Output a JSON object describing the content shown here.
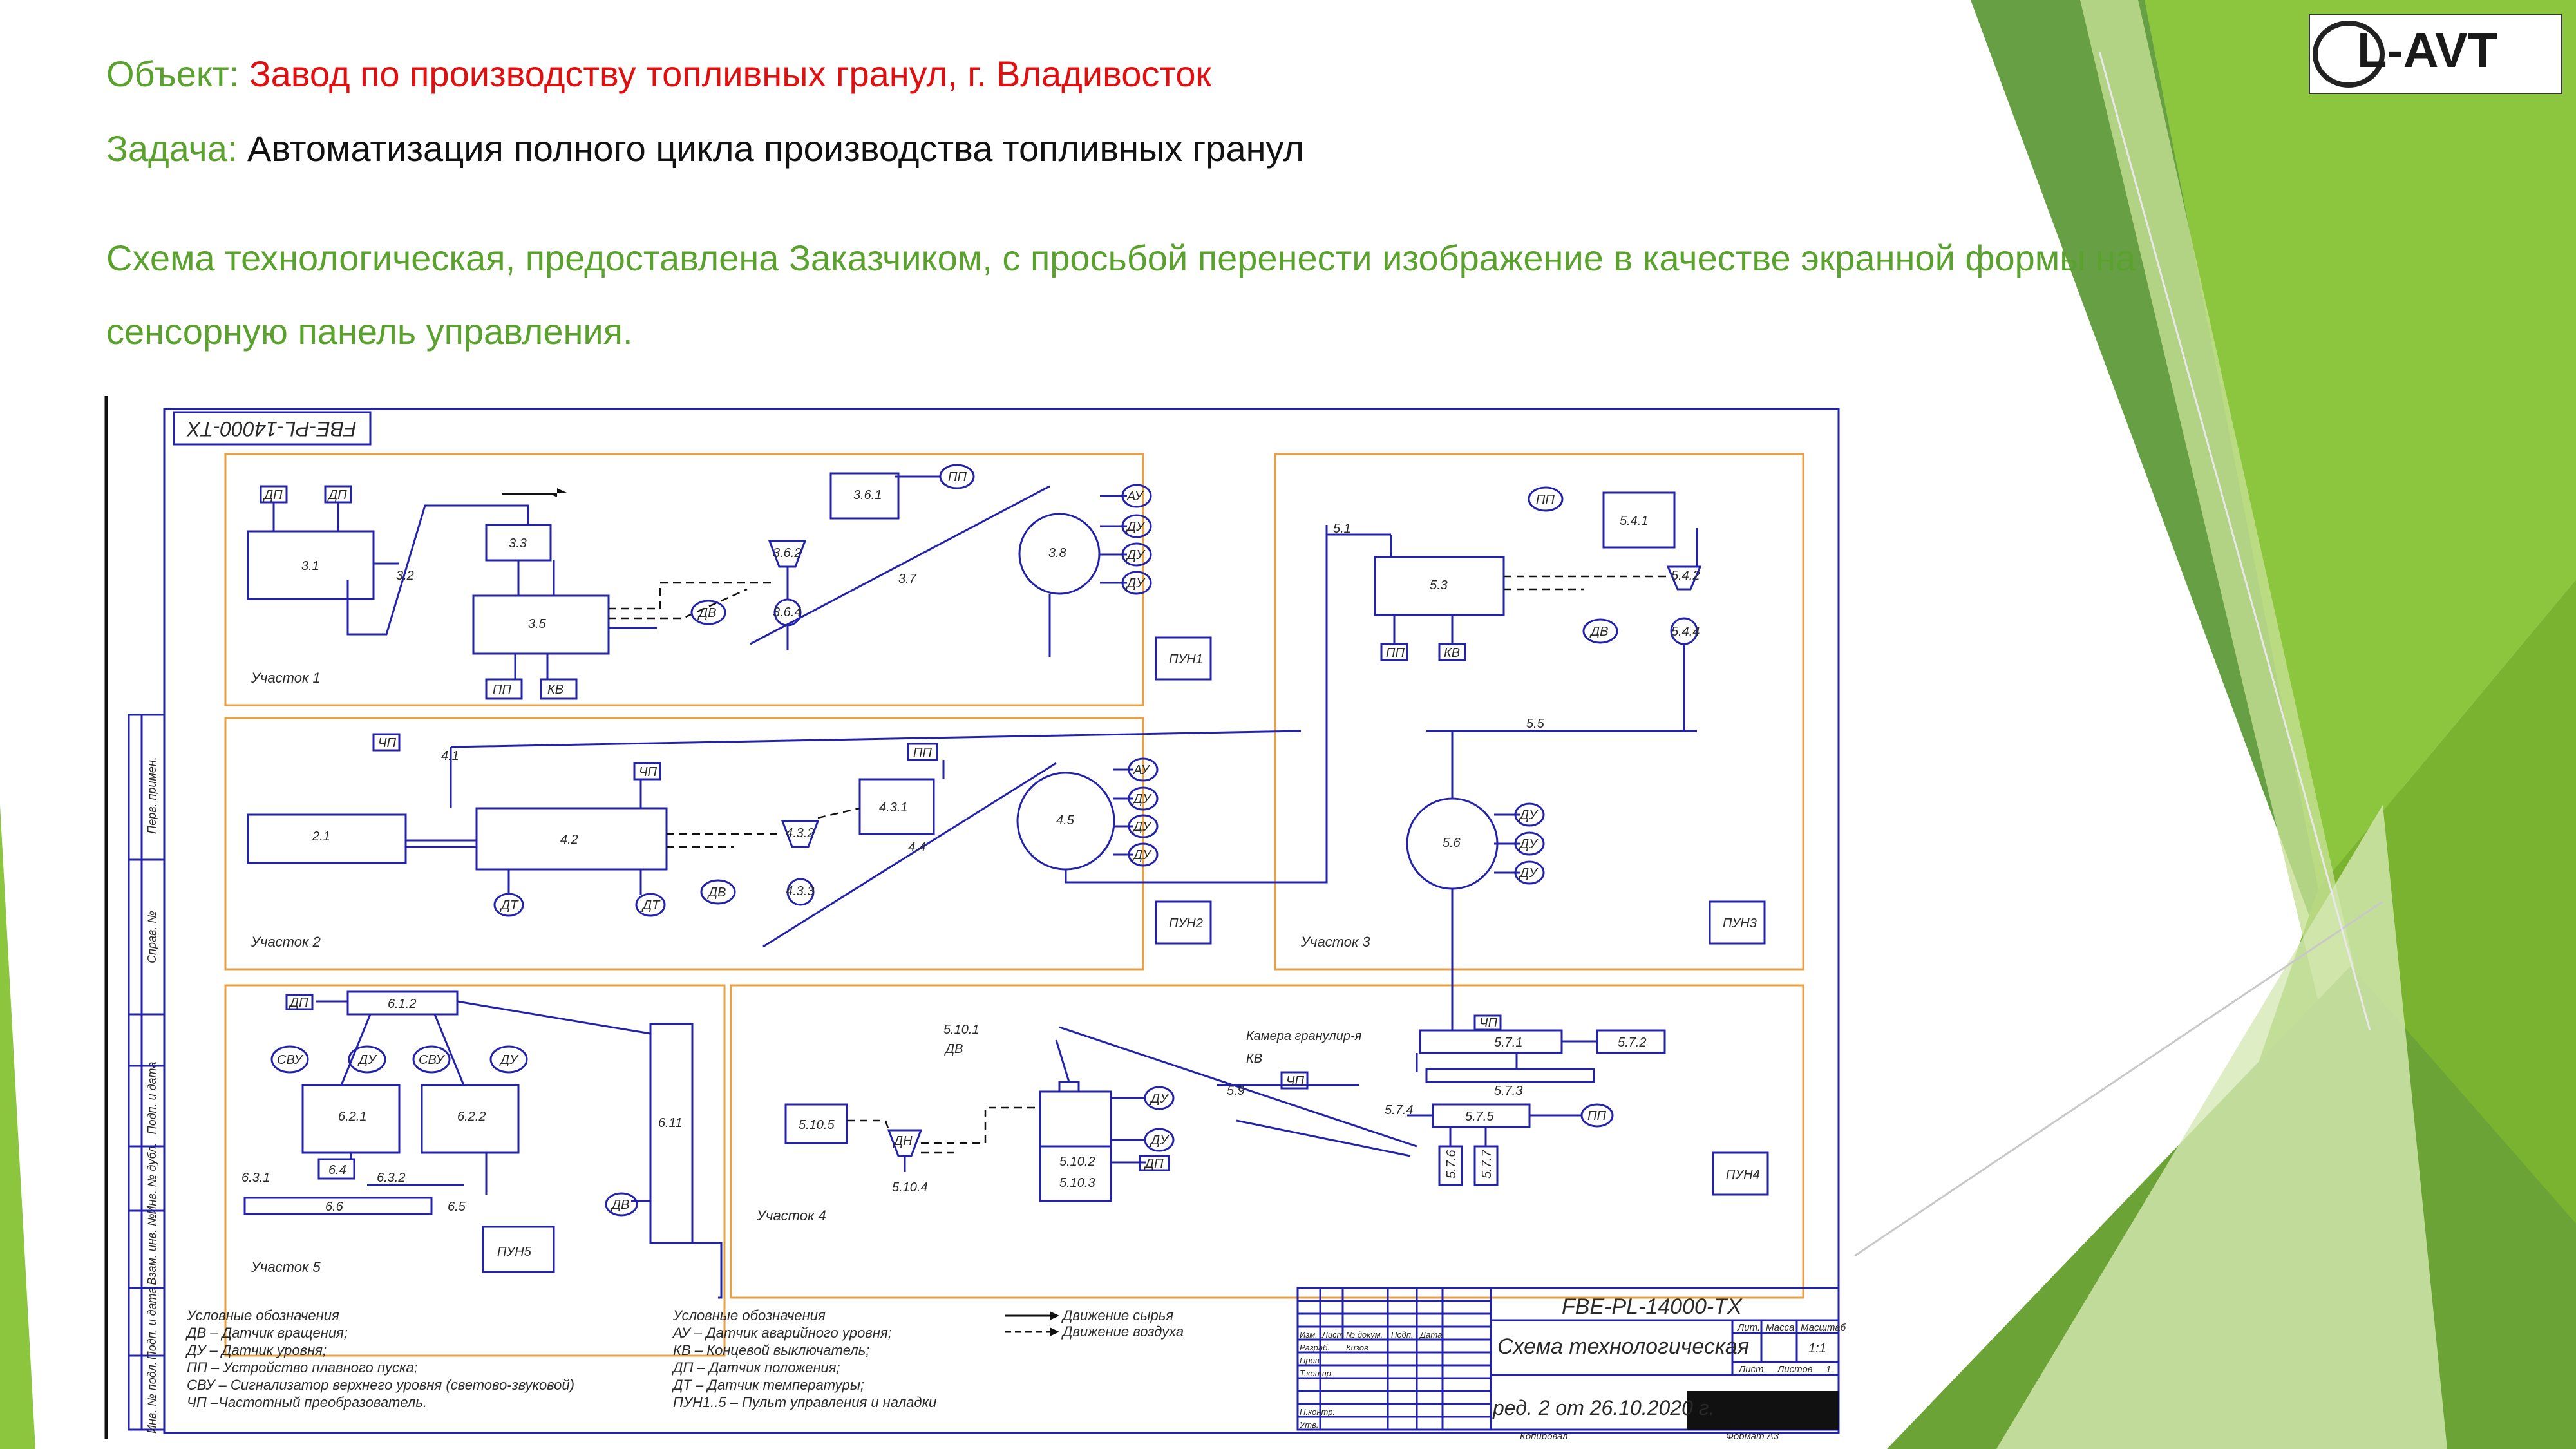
{
  "header": {
    "object_label": "Объект:",
    "object_value": "Завод по производству топливных гранул, г. Владивосток",
    "task_label": "Задача:",
    "task_value": "Автоматизация полного цикла производства топливных гранул",
    "description_line1": "Схема технологическая, предоставлена Заказчиком, с просьбой перенести изображение в качестве экранной формы на",
    "description_line2": "сенсорную панель управления."
  },
  "logo": {
    "text": "L-AVT"
  },
  "colors": {
    "accent_green": "#5aa22d",
    "red": "#e01010",
    "scheme_blue": "#2222aa",
    "section_orange": "#e8a040"
  },
  "scheme": {
    "stamp_top": "FBE-PL-14000-TX",
    "sections": [
      "Участок 1",
      "Участок 2",
      "Участок 3",
      "Участок 4",
      "Участок 5"
    ],
    "panels": [
      "ПУН1",
      "ПУН2",
      "ПУН3",
      "ПУН4",
      "ПУН5"
    ],
    "units": {
      "u31": "3.1",
      "u32": "3.2",
      "u33": "3.3",
      "u35": "3.5",
      "u361": "3.6.1",
      "u362": "3.6.2",
      "u364": "3.6.4",
      "u37": "3.7",
      "u38": "3.8",
      "u41": "4.1",
      "u21": "2.1",
      "u42": "4.2",
      "u431": "4.3.1",
      "u432": "4.3.2",
      "u433": "4.3.3",
      "u44": "4.4",
      "u45": "4.5",
      "u51": "5.1",
      "u53": "5.3",
      "u541": "5.4.1",
      "u542": "5.4.2",
      "u544": "5.4.4",
      "u55": "5.5",
      "u56": "5.6",
      "u612": "6.1.2",
      "u621": "6.2.1",
      "u622": "6.2.2",
      "u631": "6.3.1",
      "u632": "6.3.2",
      "u64": "6.4",
      "u65": "6.5",
      "u66": "6.6",
      "u611": "6.11",
      "u5101": "5.10.1",
      "u5105": "5.10.5",
      "u5104": "5.10.4",
      "u5102": "5.10.2",
      "u5103": "5.10.3",
      "u571": "5.7.1",
      "u572": "5.7.2",
      "u573": "5.7.3",
      "u574": "5.7.4",
      "u575": "5.7.5",
      "u576": "5.7.6",
      "u577": "5.7.7",
      "u59": "5.9"
    },
    "sensors": {
      "dp": "ДП",
      "pp": "ПП",
      "kv": "КВ",
      "dv": "ДВ",
      "au": "АУ",
      "du": "ДУ",
      "chp": "ЧП",
      "dt": "ДТ",
      "svu": "СВУ",
      "dn": "ДН"
    },
    "camera_label": "Камера гранулир-я",
    "side_labels": [
      "Перв. примен.",
      "Справ. №",
      "Подп. и дата",
      "Инв. № дубл.",
      "Взам. инв. №",
      "Подп. и дата",
      "Инв. № подл."
    ],
    "legend_left": [
      "Условные обозначения",
      "ДВ – Датчик вращения;",
      "ДУ – Датчик уровня;",
      "ПП – Устройство плавного пуска;",
      "СВУ – Сигнализатор верхнего уровня (светово-звуковой)",
      "ЧП –Частотный преобразователь."
    ],
    "legend_mid": [
      "Условные обозначения",
      "АУ – Датчик аварийного уровня;",
      "КВ – Концевой выключатель;",
      "ДП – Датчик положения;",
      "ДТ – Датчик температуры;",
      "ПУН1..5 – Пульт управления и наладки"
    ],
    "legend_arrows": [
      "Движение сырья",
      "Движение воздуха"
    ],
    "titleblock": {
      "code": "FBE-PL-14000-TX",
      "title": "Схема технологическая",
      "revision": "ред. 2 от 26.10.2020 г.",
      "cols": [
        "Лит.",
        "Масса",
        "Масштаб"
      ],
      "scale": "1:1",
      "sheet": "Лист",
      "sheets": "Листов",
      "sheets_n": "1",
      "rows": [
        "Изм.",
        "Лист",
        "№ докум.",
        "Подп.",
        "Дата"
      ],
      "roles": [
        "Разраб.",
        "Пров.",
        "Т.контр.",
        "Н.контр.",
        "Утв."
      ],
      "developer": "Кизов",
      "bottom_left": "Копировал",
      "bottom_right": "Формат А3"
    }
  }
}
